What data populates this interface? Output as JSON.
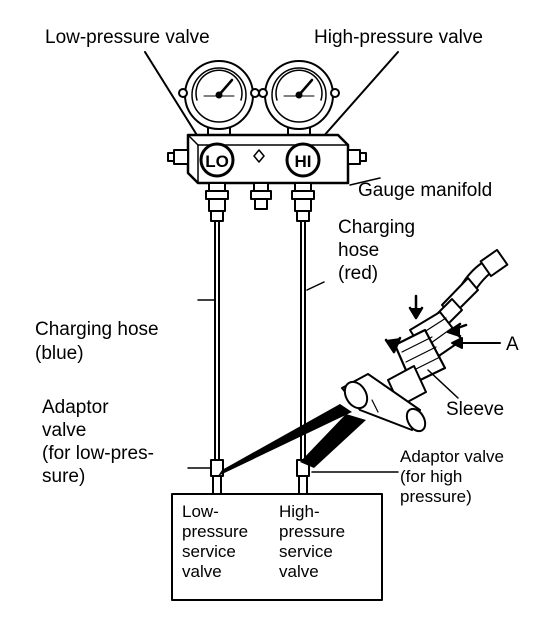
{
  "labels": {
    "low_pressure_valve": "Low-pressure valve",
    "high_pressure_valve": "High-pressure valve",
    "gauge_manifold": "Gauge manifold",
    "charging_hose_red": "Charging\nhose\n(red)",
    "charging_hose_blue": "Charging hose\n(blue)",
    "adaptor_valve_low": "Adaptor\nvalve\n(for low-pres-\nsure)",
    "adaptor_valve_high": "Adaptor valve\n(for high\npressure)",
    "sleeve": "Sleeve",
    "callout_a": "A",
    "low_service_valve": "Low-\npressure\nservice\nvalve",
    "high_service_valve": "High-\npressure\nservice\nvalve",
    "lo_knob": "LO",
    "hi_knob": "HI"
  },
  "colors": {
    "ink": "#000000",
    "paper": "#ffffff"
  }
}
